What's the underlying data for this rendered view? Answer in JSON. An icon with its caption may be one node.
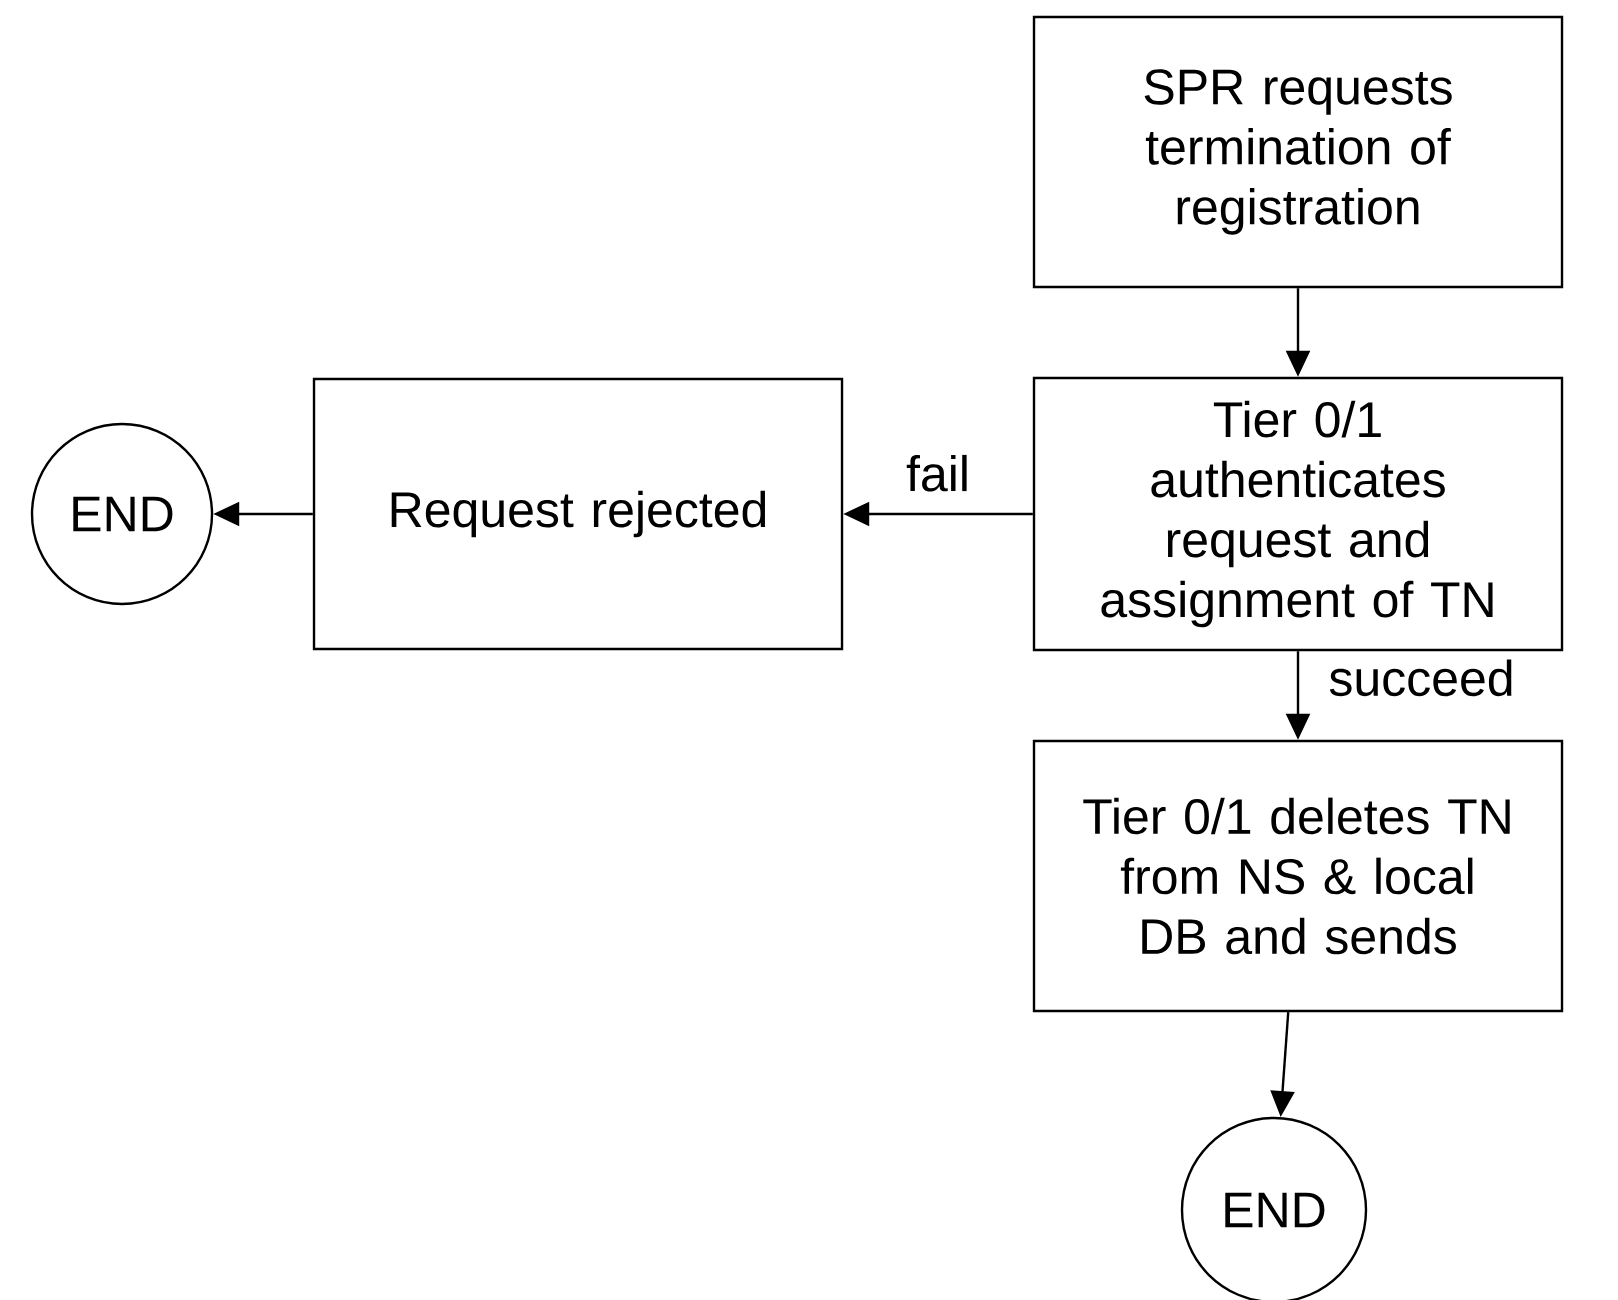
{
  "diagram": {
    "nodes": [
      {
        "text": [
          "SPR requests termination of registration"
        ]
      },
      {
        "text": [
          "Tier 0/1 authenticates request and assignment of TN"
        ]
      },
      {
        "text": [
          "Request rejected"
        ]
      },
      {
        "text": [
          "END"
        ]
      },
      {
        "text": [
          "Tier 0/1 deletes TN from NS & local DB and sends"
        ]
      },
      {
        "text": [
          "END"
        ]
      }
    ],
    "edges": [
      {
        "from": 0,
        "to": 1,
        "arrow": "to"
      },
      {
        "from": 1,
        "to": 2,
        "arrow": "to",
        "label": "fail"
      },
      {
        "from": 2,
        "to": 3,
        "arrow": "to"
      },
      {
        "from": 1,
        "to": 4,
        "arrow": "to",
        "label": "succeed"
      },
      {
        "from": 4,
        "to": 5,
        "arrow": "to"
      }
    ]
  }
}
